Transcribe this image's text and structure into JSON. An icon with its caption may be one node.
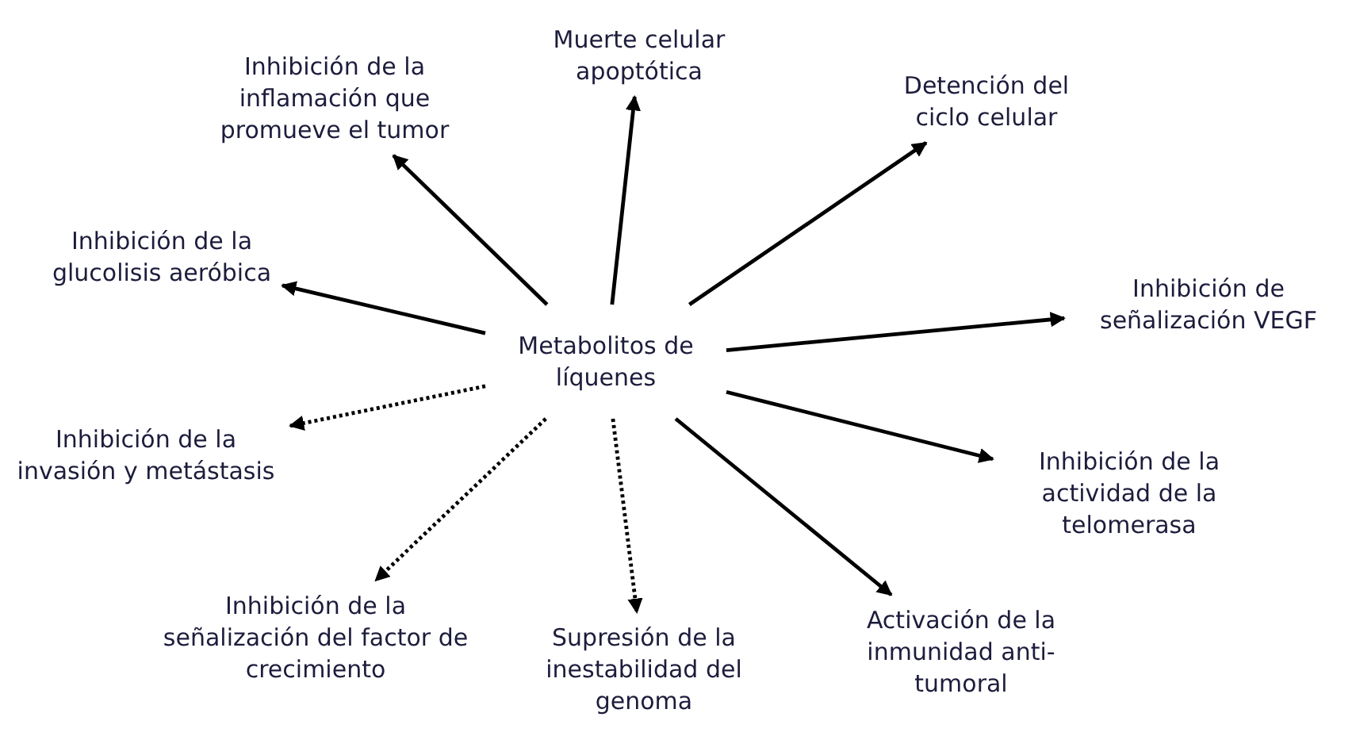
{
  "diagram": {
    "nodes": [
      {
        "text": [
          "Metabolitos de líquenes"
        ]
      },
      {
        "text": [
          "Inhibición de la inflamación que promueve el tumor"
        ]
      },
      {
        "text": [
          "Muerte celular apoptótica"
        ]
      },
      {
        "text": [
          "Detención del ciclo celular"
        ]
      },
      {
        "text": [
          "Inhibición de la glucolisis aeróbica"
        ]
      },
      {
        "text": [
          "Inhibición de señalización VEGF"
        ]
      },
      {
        "text": [
          "Inhibición de la invasión y metástasis"
        ]
      },
      {
        "text": [
          "Inhibición de la actividad de la telomerasa"
        ]
      },
      {
        "text": [
          "Inhibición de la señalización del factor de crecimiento"
        ]
      },
      {
        "text": [
          "Supresión de la inestabilidad del genoma"
        ]
      },
      {
        "text": [
          "Activación de la inmunidad anti-tumoral"
        ]
      }
    ],
    "edges": [
      {
        "from": 0,
        "to": 1,
        "arrow": "to"
      },
      {
        "from": 0,
        "to": 2,
        "arrow": "to"
      },
      {
        "from": 0,
        "to": 3,
        "arrow": "to"
      },
      {
        "from": 0,
        "to": 4,
        "arrow": "to"
      },
      {
        "from": 0,
        "to": 5,
        "arrow": "to"
      },
      {
        "from": 0,
        "to": 6,
        "arrow": "to",
        "style": "dashed"
      },
      {
        "from": 0,
        "to": 7,
        "arrow": "to"
      },
      {
        "from": 0,
        "to": 8,
        "arrow": "to",
        "style": "dashed"
      },
      {
        "from": 0,
        "to": 9,
        "arrow": "to",
        "style": "dashed"
      },
      {
        "from": 0,
        "to": 10,
        "arrow": "to"
      }
    ]
  }
}
